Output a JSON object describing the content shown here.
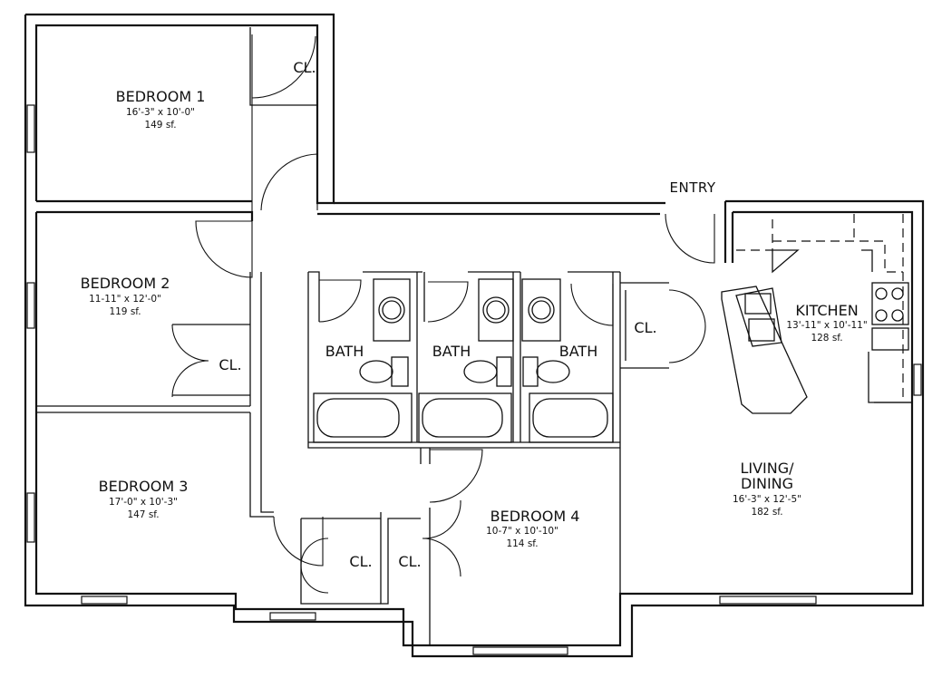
{
  "labels": {
    "entry": "ENTRY",
    "closet": "CL.",
    "bath": "BATH",
    "kitchen": "KITCHEN",
    "living_line1": "LIVING/",
    "living_line2": "DINING"
  },
  "rooms": {
    "bedroom1": {
      "name": "BEDROOM 1",
      "size": "16'-3\" x 10'-0\"",
      "area": "149 sf."
    },
    "bedroom2": {
      "name": "BEDROOM 2",
      "size": "11-11\" x 12'-0\"",
      "area": "119 sf."
    },
    "bedroom3": {
      "name": "BEDROOM 3",
      "size": "17'-0\" x 10'-3\"",
      "area": "147 sf."
    },
    "bedroom4": {
      "name": "BEDROOM 4",
      "size": "10-7\" x 10'-10\"",
      "area": "114 sf."
    },
    "kitchen": {
      "size": "13'-11\" x 10'-11\"",
      "area": "128 sf."
    },
    "living": {
      "size": "16'-3\" x 12'-5\"",
      "area": "182 sf."
    }
  }
}
